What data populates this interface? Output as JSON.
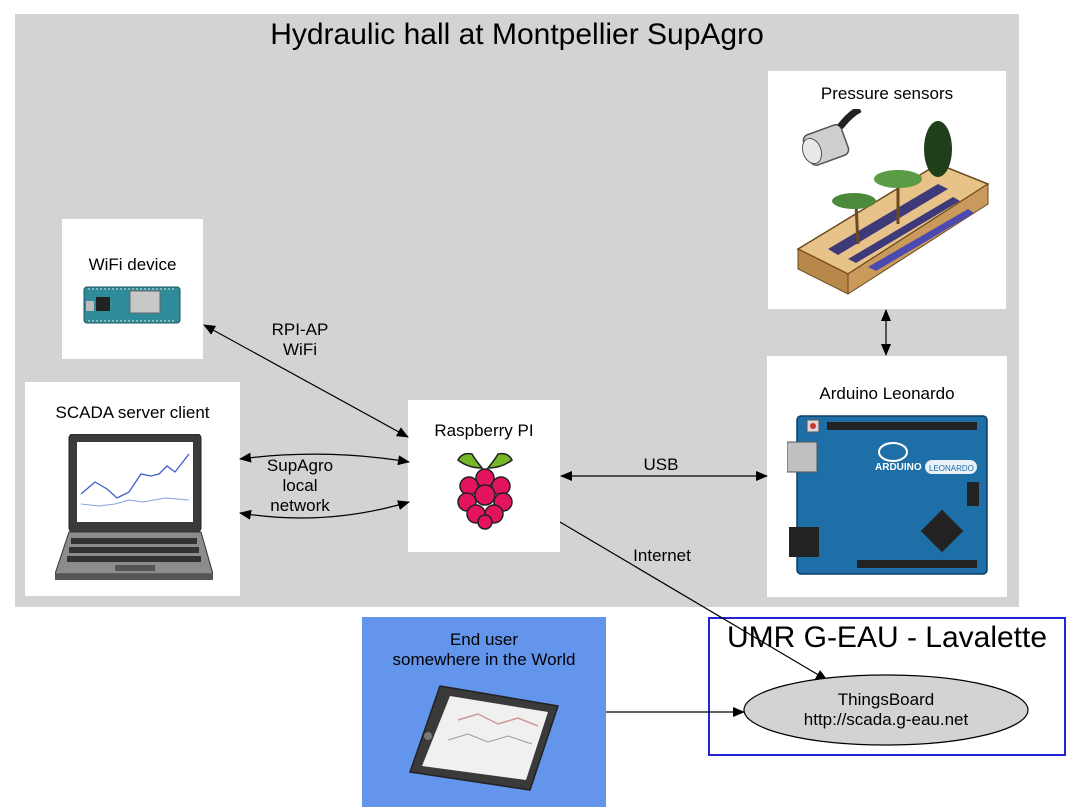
{
  "hall": {
    "title": "Hydraulic hall at Montpellier SupAgro"
  },
  "nodes": {
    "pressure_sensors": {
      "label": "Pressure sensors"
    },
    "wifi_device": {
      "label": "WiFi device"
    },
    "scada_client": {
      "label": "SCADA server client"
    },
    "raspberry": {
      "label": "Raspberry PI"
    },
    "arduino": {
      "label": "Arduino Leonardo"
    },
    "end_user": {
      "label_line1": "End user",
      "label_line2": "somewhere in the World"
    },
    "thingsboard": {
      "label_line1": "ThingsBoard",
      "label_line2": "http://scada.g-eau.net"
    }
  },
  "lab": {
    "title": "UMR G-EAU - Lavalette"
  },
  "edges": {
    "wifi": {
      "line1": "RPI-AP",
      "line2": "WiFi"
    },
    "network": {
      "line1": "SupAgro",
      "line2": "local",
      "line3": "network"
    },
    "usb": {
      "label": "USB"
    },
    "internet": {
      "label": "Internet"
    }
  },
  "board": {
    "arduino_text": "ARDUINO",
    "leonardo_text": "LEONARDO"
  },
  "colors": {
    "hall_bg": "#d3d3d3",
    "end_user_bg": "#6495ed",
    "lab_border": "#2323d8",
    "ellipse_fill": "#d3d3d3"
  }
}
